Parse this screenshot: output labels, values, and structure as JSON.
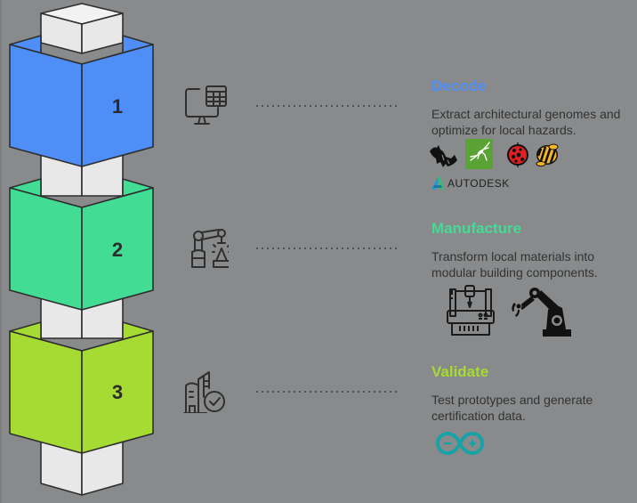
{
  "diagram": {
    "type": "stacked-cube-process",
    "stages": [
      {
        "number": "1",
        "title": "Decode",
        "description_line1": "Extract architectural genomes and",
        "description_line2": "optimize for local hazards.",
        "color": "#4f8ef7",
        "icon": "computer-spreadsheet-icon",
        "tools": [
          "rhino-logo-icon",
          "grasshopper-logo-icon",
          "ladybug-logo-icon",
          "honeybee-logo-icon"
        ],
        "brand_label": "AUTODESK"
      },
      {
        "number": "2",
        "title": "Manufacture",
        "description_line1": "Transform local materials into",
        "description_line2": "modular building components.",
        "color": "#42dc94",
        "icon": "robot-arm-icon",
        "tools": [
          "cnc-machine-icon",
          "industrial-robot-arm-icon"
        ]
      },
      {
        "number": "3",
        "title": "Validate",
        "description_line1": "Test prototypes and generate",
        "description_line2": "certification data.",
        "color": "#a6db34",
        "icon": "building-check-icon",
        "tools": [
          "arduino-logo-icon"
        ]
      }
    ],
    "colors": {
      "background": "#888a8b",
      "core": "#e8e8e8",
      "outline": "#2e2e2e",
      "text": "#333333"
    }
  }
}
